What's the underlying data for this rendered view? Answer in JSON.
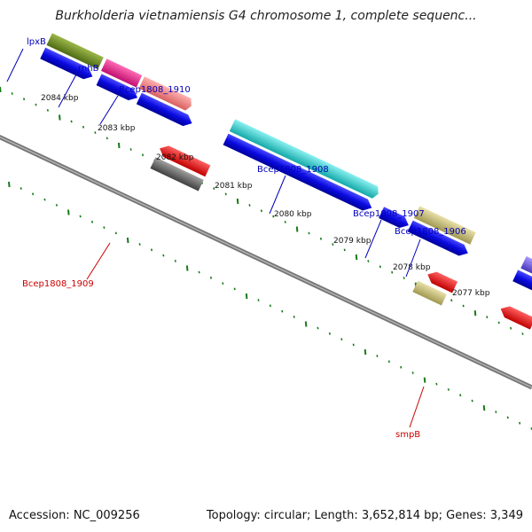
{
  "title": "Burkholderia vietnamiensis G4 chromosome 1, complete sequenc...",
  "footer": {
    "accession": "Accession: NC_009256",
    "stats": "Topology: circular; Length: 3,652,814 bp; Genes: 3,349"
  },
  "kbp_labels": [
    "2084 kbp",
    "2083 kbp",
    "2082 kbp",
    "2081 kbp",
    "2080 kbp",
    "2079 kbp",
    "2078 kbp",
    "2077 kbp"
  ],
  "gene_labels": {
    "lpxB": "lpxB",
    "rnhB": "rnhB",
    "b1910": "Bcep1808_1910",
    "b1908": "Bcep1808_1908",
    "b1907": "Bcep1808_1907",
    "b1906": "Bcep1808_1906",
    "b1909": "Bcep1808_1909",
    "smpB": "smpB"
  },
  "colors": {
    "forward_label": "#0000bb",
    "reverse_label": "#cc0000",
    "cds_blue": "#0a0ae0",
    "backbone": "#888888",
    "tick_green": "#1a7a1a",
    "olive": "#6f8f2a",
    "magenta": "#e8288a",
    "salmon": "#ee8080",
    "cyan": "#2ccccc",
    "khaki": "#c8c07a",
    "purple": "#7060d8",
    "gray_gene": "#666666",
    "red_gene": "#ee1010"
  }
}
